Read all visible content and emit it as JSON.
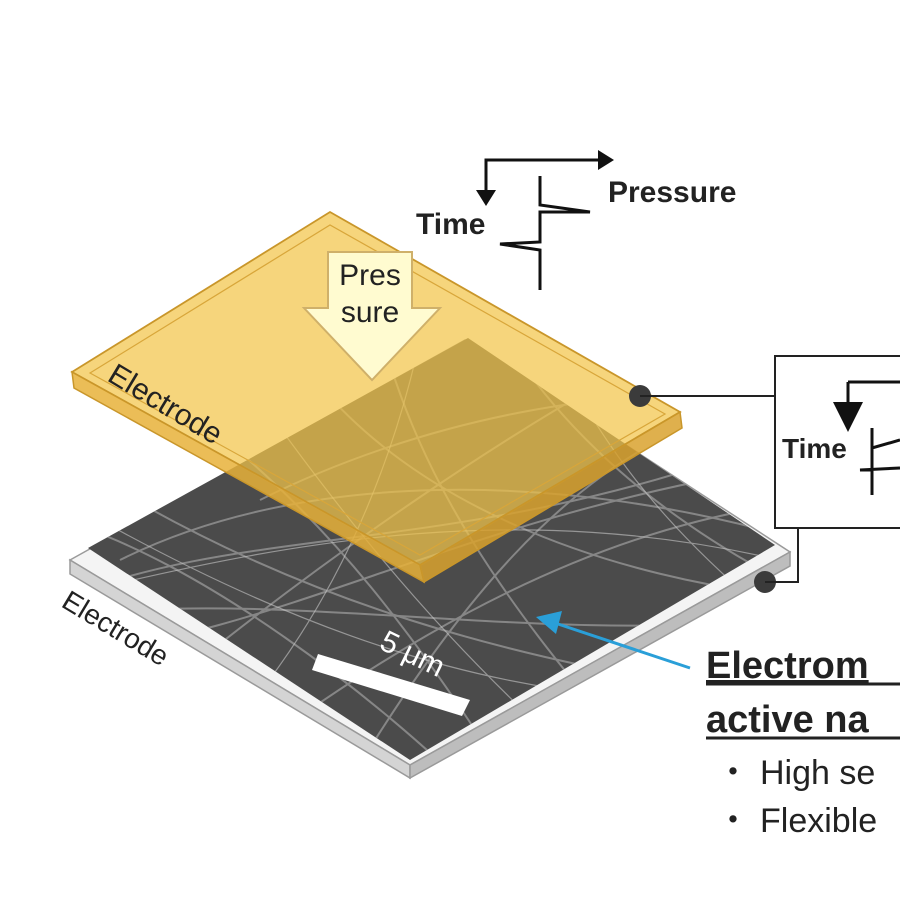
{
  "diagram": {
    "pressure_arrow_label_1": "Pres",
    "pressure_arrow_label_2": "sure",
    "top_electrode_label": "Electrode",
    "bottom_electrode_label": "Electrode",
    "scale_bar_label": "5 μm",
    "graph_top": {
      "x_label": "Pressure",
      "y_label": "Time"
    },
    "graph_right": {
      "y_label": "Time"
    },
    "material_title_line1": "Electrom",
    "material_title_line2": "active na",
    "bullets": [
      "High se",
      "Flexible"
    ],
    "bullet_marker": "・",
    "colors": {
      "top_electrode": "#f3c54a",
      "nanofiber_mat": "#4a4a4a",
      "bottom_electrode": "#e6e6e6",
      "pointer_arrow": "#2a9fd8",
      "pressure_arrow": "#fffbd0"
    }
  }
}
